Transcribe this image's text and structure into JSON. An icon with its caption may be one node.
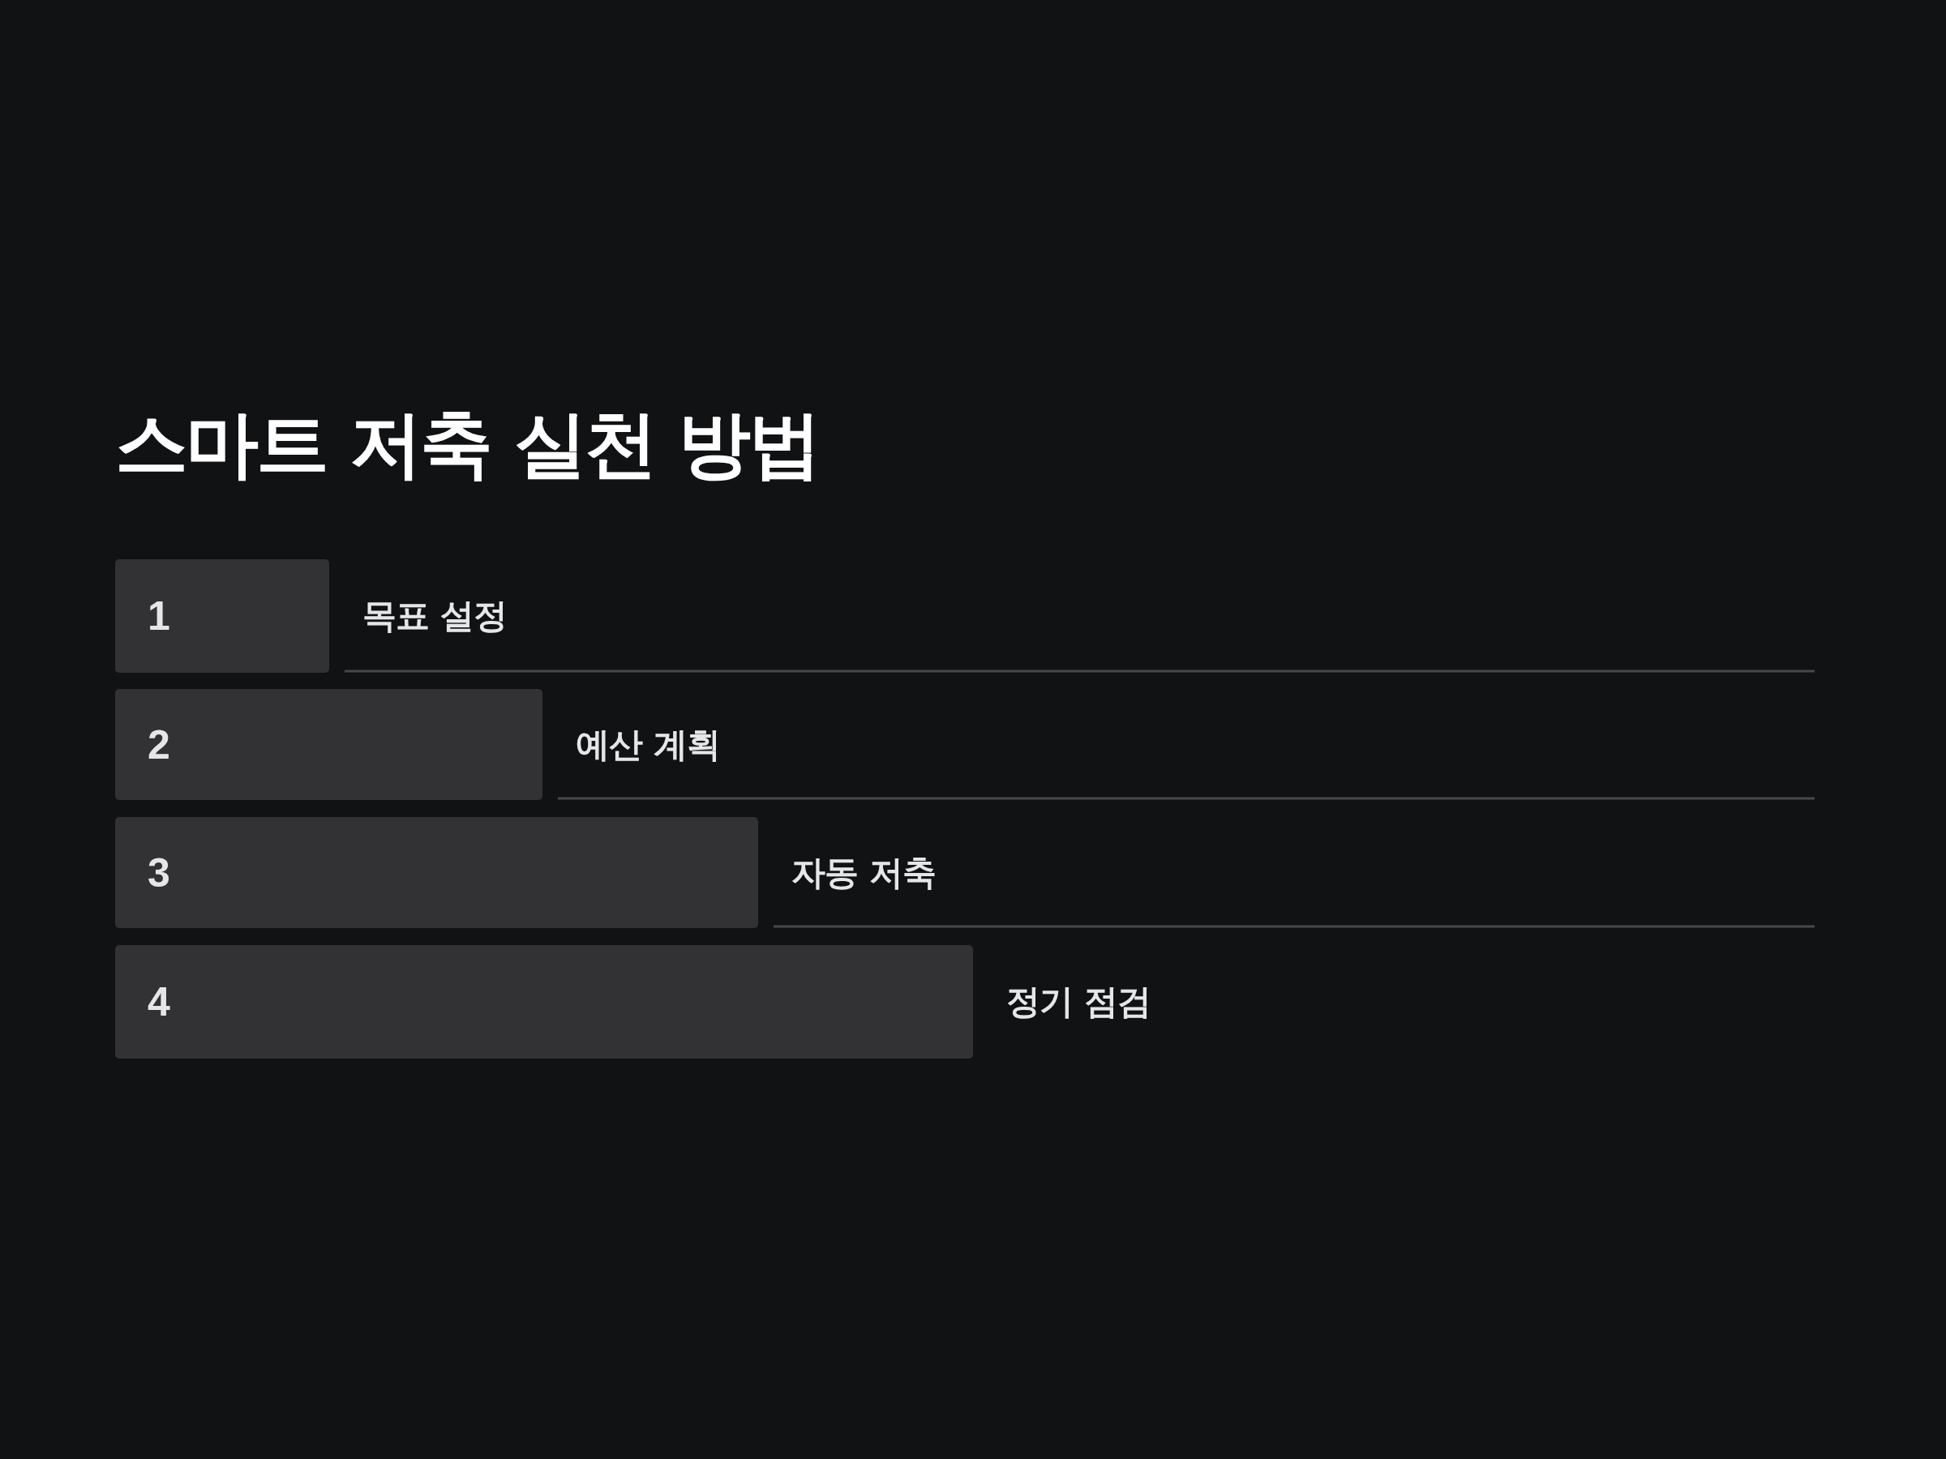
{
  "diagram": {
    "title": "스마트 저축 실천 방법",
    "nodes": [
      {
        "text": [
          "1"
        ],
        "beside": [
          "목표 설정"
        ]
      },
      {
        "text": [
          "2"
        ],
        "beside": [
          "예산 계획"
        ]
      },
      {
        "text": [
          "3"
        ],
        "beside": [
          "자동 저축"
        ]
      },
      {
        "text": [
          "4"
        ],
        "beside": [
          "정기 점검"
        ]
      }
    ]
  }
}
